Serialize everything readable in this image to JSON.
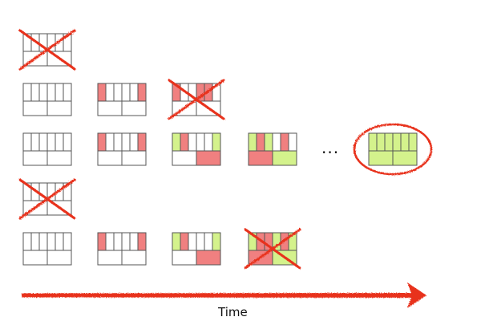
{
  "colors": {
    "background": "#ffffff",
    "cell_empty": "#ffffff",
    "cell_red": "#f08080",
    "cell_green": "#d4f28c",
    "grid_stroke": "#555555",
    "cross": "#e8321e",
    "arrow": "#e8321e",
    "highlight_ellipse": "#e8321e"
  },
  "cell_order": [
    "top-1",
    "top-2",
    "top-3",
    "top-4",
    "top-5",
    "top-6",
    "bottom-1",
    "bottom-2"
  ],
  "rows": [
    {
      "items": [
        {
          "cells": [
            "empty",
            "empty",
            "empty",
            "empty",
            "empty",
            "empty",
            "empty",
            "empty"
          ],
          "crossed": true
        }
      ]
    },
    {
      "items": [
        {
          "cells": [
            "empty",
            "empty",
            "empty",
            "empty",
            "empty",
            "empty",
            "empty",
            "empty"
          ],
          "crossed": false
        },
        {
          "cells": [
            "red",
            "empty",
            "empty",
            "empty",
            "empty",
            "red",
            "empty",
            "empty"
          ],
          "crossed": false
        },
        {
          "cells": [
            "red",
            "empty",
            "empty",
            "red",
            "red",
            "empty",
            "empty",
            "empty"
          ],
          "crossed": true
        }
      ]
    },
    {
      "items": [
        {
          "cells": [
            "empty",
            "empty",
            "empty",
            "empty",
            "empty",
            "empty",
            "empty",
            "empty"
          ],
          "crossed": false
        },
        {
          "cells": [
            "red",
            "empty",
            "empty",
            "empty",
            "empty",
            "red",
            "empty",
            "empty"
          ],
          "crossed": false
        },
        {
          "cells": [
            "green",
            "red",
            "empty",
            "empty",
            "empty",
            "green",
            "empty",
            "red"
          ],
          "crossed": false
        },
        {
          "cells": [
            "green",
            "red",
            "green",
            "empty",
            "red",
            "empty",
            "red",
            "green"
          ],
          "crossed": false
        }
      ],
      "ellipsis": "...",
      "final": {
        "cells": [
          "green",
          "green",
          "green",
          "green",
          "green",
          "green",
          "green",
          "green"
        ],
        "circled": true
      }
    },
    {
      "items": [
        {
          "cells": [
            "empty",
            "empty",
            "empty",
            "empty",
            "empty",
            "empty",
            "empty",
            "empty"
          ],
          "crossed": true
        }
      ]
    },
    {
      "items": [
        {
          "cells": [
            "empty",
            "empty",
            "empty",
            "empty",
            "empty",
            "empty",
            "empty",
            "empty"
          ],
          "crossed": false
        },
        {
          "cells": [
            "red",
            "empty",
            "empty",
            "empty",
            "empty",
            "red",
            "empty",
            "empty"
          ],
          "crossed": false
        },
        {
          "cells": [
            "green",
            "red",
            "empty",
            "empty",
            "empty",
            "green",
            "empty",
            "red"
          ],
          "crossed": false
        },
        {
          "cells": [
            "green",
            "red",
            "red",
            "green",
            "red",
            "green",
            "red",
            "green"
          ],
          "crossed": true
        }
      ]
    }
  ],
  "axis": {
    "label": "Time"
  }
}
